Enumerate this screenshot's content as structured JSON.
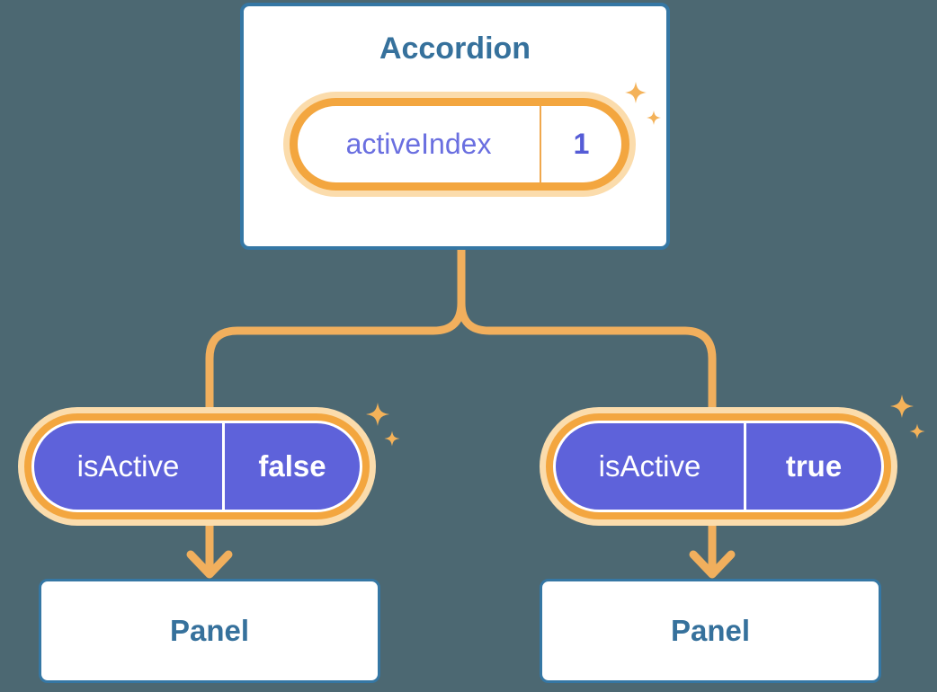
{
  "colors": {
    "background": "#4C6872",
    "card_border": "#3577A4",
    "card_text": "#36719C",
    "pill_border": "#F3A63F",
    "pill_glow": "#FBDCAC",
    "pill_divider": "#F0A84D",
    "line": "#F1AF5D",
    "sparkle": "#F4B259",
    "state_pill_fill": "#5E62DA",
    "state_name_text": "#6A6FE0",
    "state_value_text": "#555CD6"
  },
  "accordion": {
    "title": "Accordion",
    "state": {
      "name": "activeIndex",
      "value": "1"
    }
  },
  "panels": [
    {
      "label": "Panel",
      "state": {
        "name": "isActive",
        "value": "false"
      }
    },
    {
      "label": "Panel",
      "state": {
        "name": "isActive",
        "value": "true"
      }
    }
  ]
}
